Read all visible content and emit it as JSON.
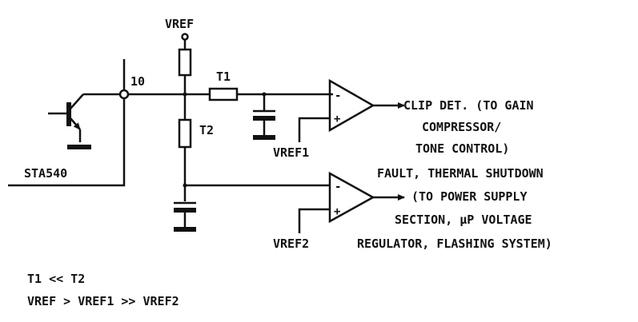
{
  "labels": {
    "vref_top": "VREF",
    "pin": "10",
    "t1": "T1",
    "t2": "T2",
    "ic": "STA540",
    "vref1": "VREF1",
    "vref2": "VREF2",
    "minus": "-",
    "plus": "+"
  },
  "outputs": {
    "clip": [
      "CLIP DET. (TO GAIN",
      "COMPRESSOR/",
      "TONE CONTROL)"
    ],
    "fault": [
      "FAULT, THERMAL SHUTDOWN",
      "(TO POWER SUPPLY",
      "SECTION, μP VOLTAGE",
      "REGULATOR, FLASHING SYSTEM)"
    ]
  },
  "notes": {
    "line1": "T1 << T2",
    "line2": "VREF > VREF1 >> VREF2"
  }
}
